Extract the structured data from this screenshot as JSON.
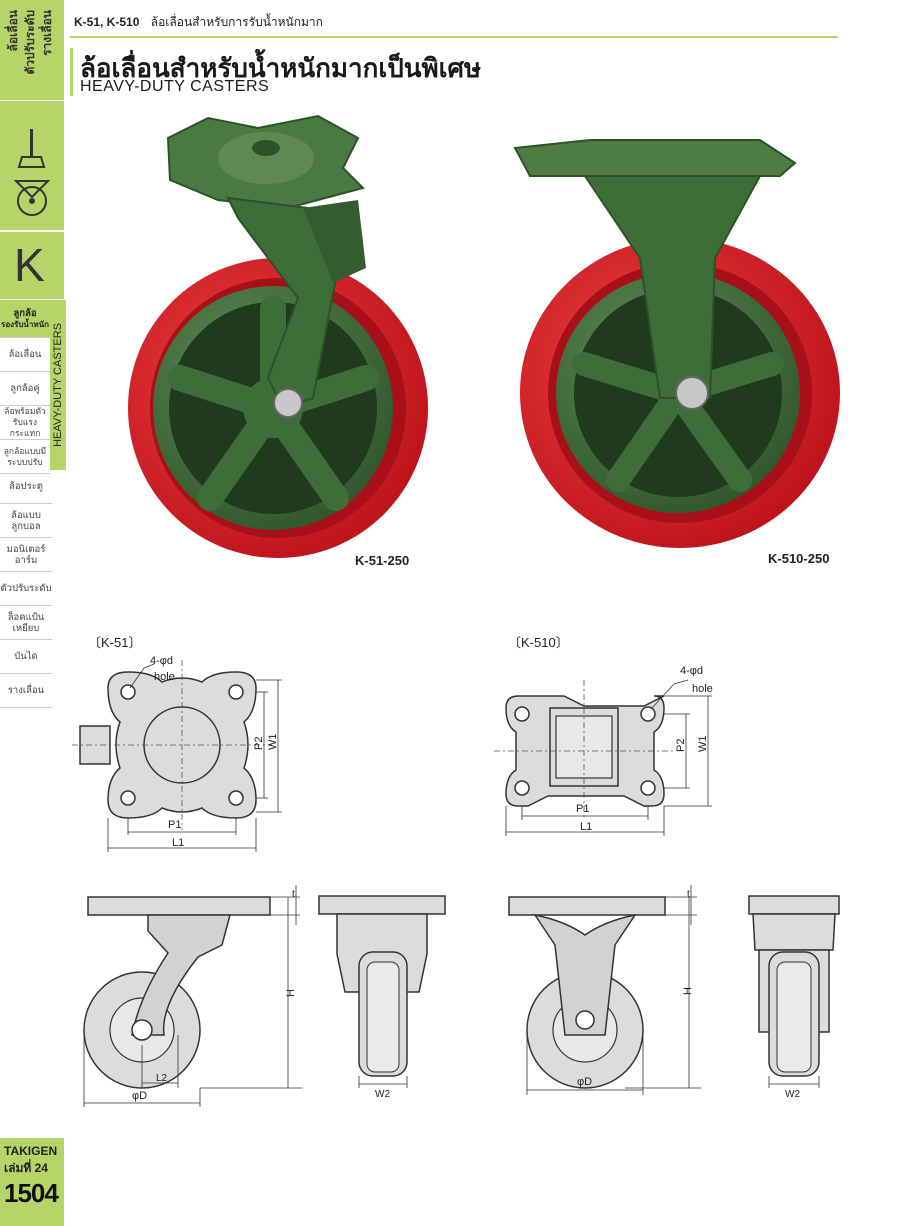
{
  "sidebar": {
    "header_lines": [
      "ล้อเลื่อน",
      "ตัวปรับระดับ",
      "รางเลื่อน"
    ],
    "section_letter": "K",
    "active_item": {
      "line1": "ลูกล้อ",
      "line2": "รองรับน้ำหนัก"
    },
    "casters_tab": "HEAVY-DUTY CASTERS",
    "items": [
      {
        "label": "ล้อเลื่อน"
      },
      {
        "label": "ลูกล้อคู่"
      },
      {
        "label": "ล้อพร้อมตัวรับแรงกระแทก"
      },
      {
        "label": "ลูกล้อแบบมีระบบปรับ"
      }
    ],
    "lower_items": [
      {
        "label": "ล้อประตู"
      },
      {
        "label": "ล้อแบบลูกบอล"
      },
      {
        "label": "มอนิเตอร์อาร์ม"
      },
      {
        "label": "ตัวปรับระดับ"
      },
      {
        "label": "ล็อคแป้นเหยียบ"
      },
      {
        "label": "บันได"
      },
      {
        "label": "รางเลื่อน"
      }
    ],
    "brand": {
      "name": "TAKIGEN",
      "volume": "เล่มที่ 24",
      "page": "1504"
    }
  },
  "header": {
    "models": "K-51, K-510",
    "subtitle": "ล้อเลื่อนสำหรับการรับน้ำหนักมาก",
    "title_th": "ล้อเลื่อนสำหรับน้ำหนักมากเป็นพิเศษ",
    "title_en": "HEAVY-DUTY CASTERS"
  },
  "photos": {
    "left_caption": "K-51-250",
    "right_caption": "K-510-250"
  },
  "drawings": {
    "k51_label": "〔K-51〕",
    "k510_label": "〔K-510〕",
    "hole_label": "4-φd",
    "hole_word": "hole",
    "dims": {
      "P1": "P1",
      "L1": "L1",
      "P2": "P2",
      "W1": "W1",
      "H": "H",
      "t": "t",
      "L2": "L2",
      "D": "φD",
      "W2": "W2"
    }
  },
  "colors": {
    "sidebar_green": "#b6d568",
    "caster_red": "#d8202a",
    "caster_green": "#3e6e38",
    "drawing_fill": "#dcdcdc"
  }
}
